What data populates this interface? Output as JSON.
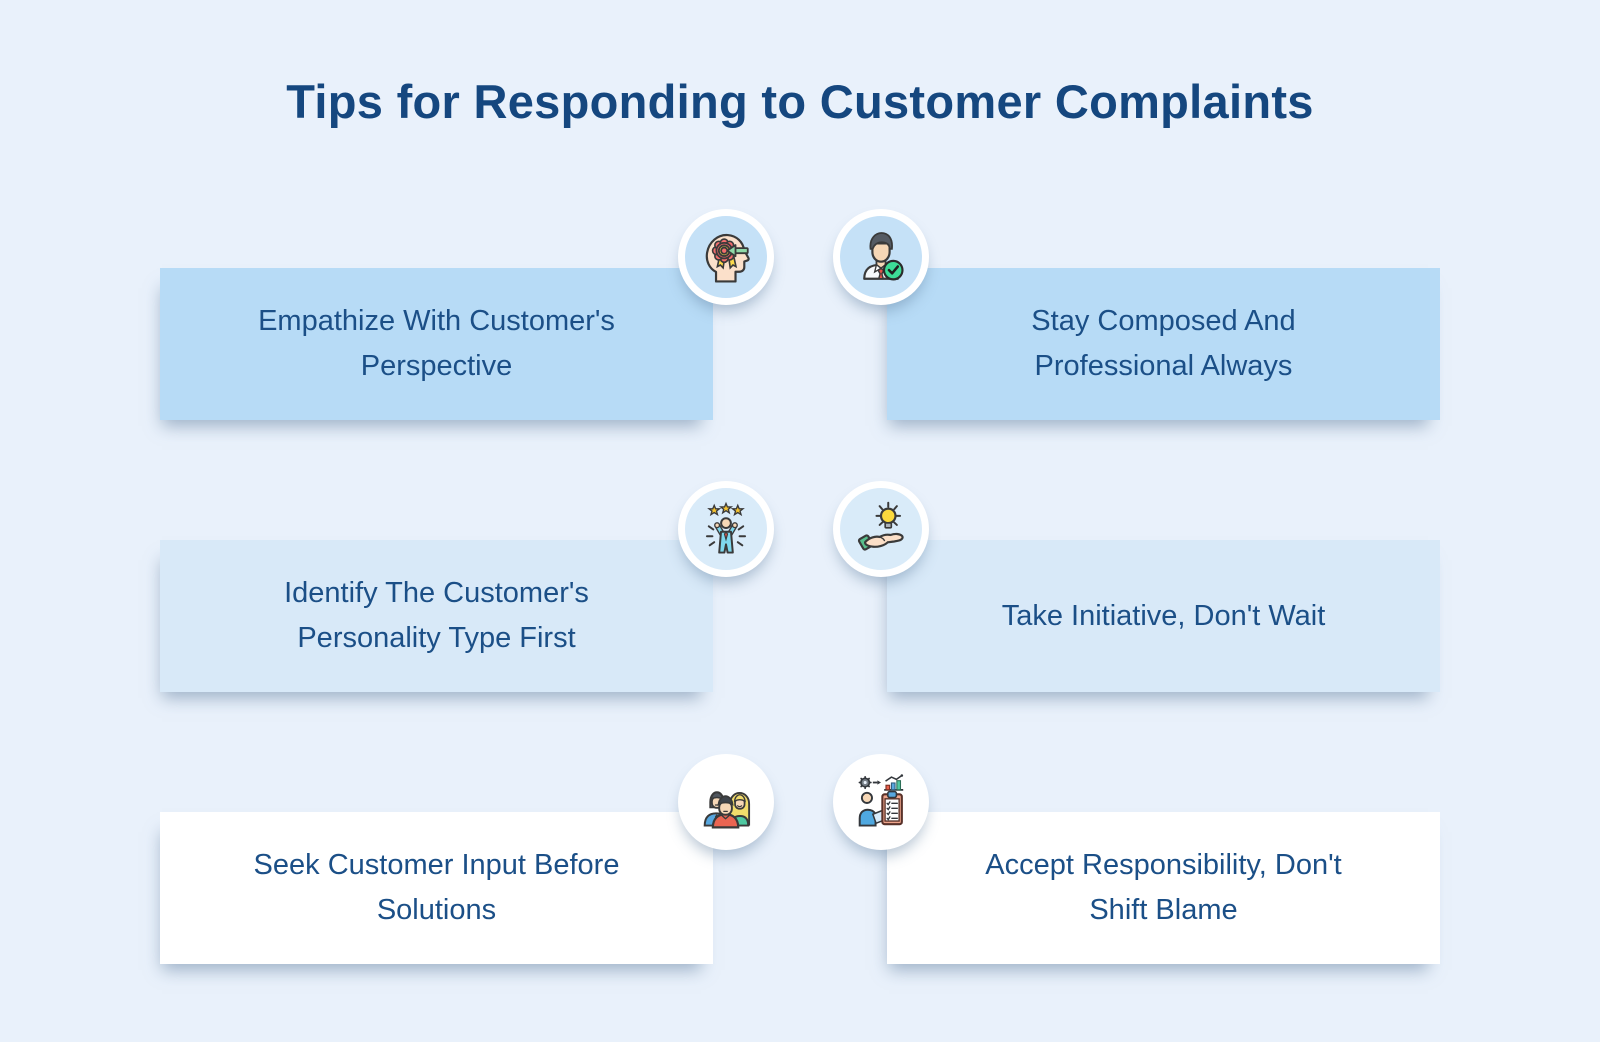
{
  "page": {
    "title": "Tips for Responding to Customer Complaints"
  },
  "colors": {
    "bg": "#E9F1FB",
    "title_color": "#15477F",
    "text_color": "#1B4F87",
    "card_row1": "#B7DBF6",
    "card_row2": "#D8E9F8",
    "card_row3": "#FFFFFF",
    "circle_row1": "#C5E1F7",
    "circle_row2": "#D9EBF9",
    "circle_row3": "#FFFFFF",
    "icon_red": "#F26D6D",
    "icon_yellow": "#FCD94C",
    "icon_green": "#3DDC97",
    "icon_blue": "#57A7DF",
    "icon_cyan": "#7FD7EC",
    "icon_teal": "#4FC9A2",
    "icon_coral": "#EA6552",
    "icon_skin": "#F6D7B6"
  },
  "cards": [
    {
      "title": "Empathize With Customer's Perspective",
      "lines": [
        "Empathize With Customer's",
        "Perspective"
      ],
      "icon": "head-award-ribbon-icon"
    },
    {
      "title": "Stay Composed And Professional Always",
      "lines": [
        "Stay Composed And",
        "Professional Always"
      ],
      "icon": "professional-checkmark-icon"
    },
    {
      "title": "Identify The Customer's Personality Type First",
      "lines": [
        "Identify The Customer's",
        "Personality Type First"
      ],
      "icon": "person-three-stars-icon"
    },
    {
      "title": "Take Initiative, Don't Wait",
      "lines": [
        "Take Initiative, Don't Wait"
      ],
      "icon": "hand-lightbulb-icon"
    },
    {
      "title": "Seek Customer Input Before Solutions",
      "lines": [
        "Seek Customer Input Before",
        "Solutions"
      ],
      "icon": "customer-group-icon"
    },
    {
      "title": "Accept Responsibility, Don't Shift Blame",
      "lines": [
        "Accept Responsibility, Don't",
        "Shift Blame"
      ],
      "icon": "person-clipboard-chart-icon"
    }
  ]
}
